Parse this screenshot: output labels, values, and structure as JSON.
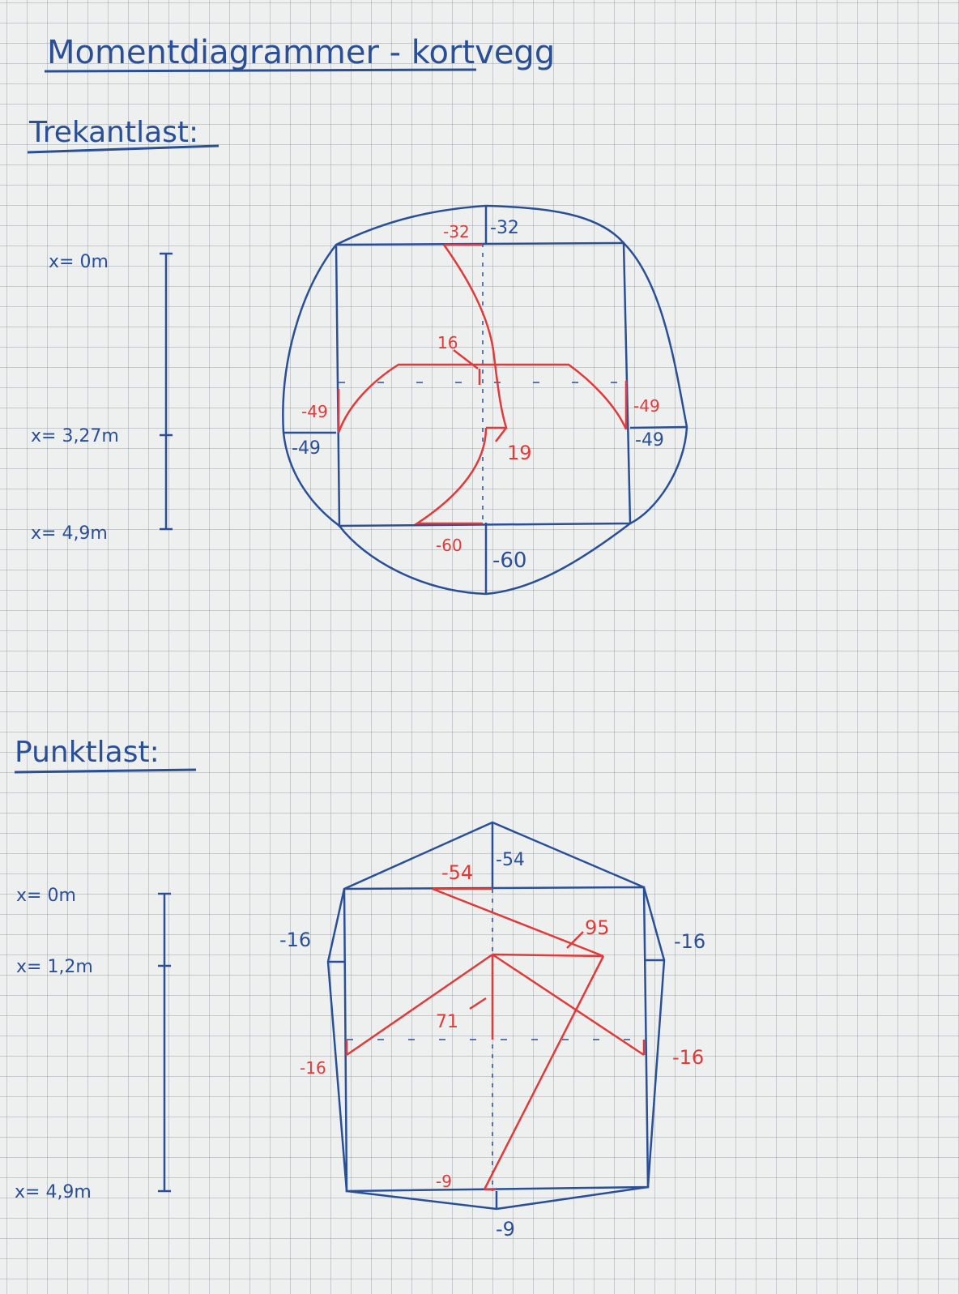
{
  "title": "Momentdiagrammer - kortvegg",
  "colors": {
    "blue": "#2a4f96",
    "red": "#e03a3a"
  },
  "sections": [
    {
      "heading": "Trekantlast:",
      "x_labels": [
        "x= 0m",
        "x= 3,27m",
        "x= 4,9m"
      ],
      "blue_values": {
        "top": "-32",
        "left": "-49",
        "right": "-49",
        "bottom": "-60"
      },
      "red_values": {
        "top": "-32",
        "mid": "16",
        "left": "-49",
        "right": "-49",
        "low": "19",
        "bottom": "-60"
      }
    },
    {
      "heading": "Punktlast:",
      "x_labels": [
        "x= 0m",
        "x= 1,2m",
        "x= 4,9m"
      ],
      "blue_values": {
        "top": "-54",
        "left": "-16",
        "right": "-16",
        "bottom": "-9"
      },
      "red_values": {
        "top": "-54",
        "peak": "95",
        "mid": "71",
        "left": "-16",
        "right": "-16",
        "bottom": "-9"
      }
    }
  ]
}
